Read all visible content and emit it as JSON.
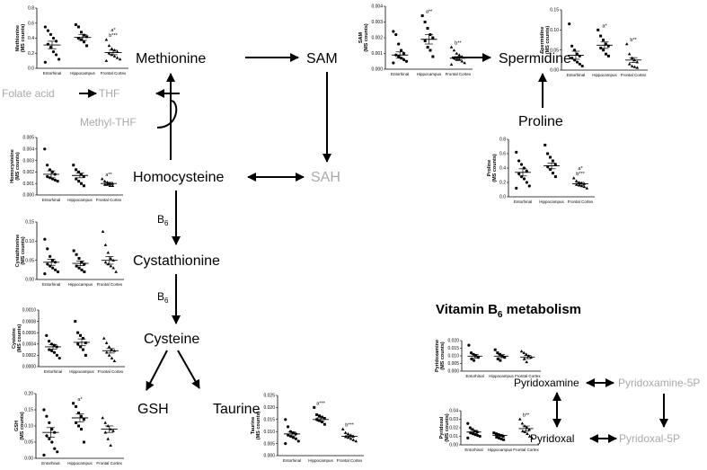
{
  "title": "Vitamin B6 metabolism",
  "title_base": "Vitamin B",
  "title_sub": "6",
  "title_rest": " metabolism",
  "metabolites": {
    "methionine": "Methionine",
    "sam": "SAM",
    "spermidine": "Spermidine",
    "folate": "Folate acid",
    "thf": "THF",
    "methyl_thf": "Methyl-THF",
    "homocysteine": "Homocysteine",
    "sah": "SAH",
    "proline": "Proline",
    "cystathionine": "Cystathionine",
    "cysteine": "Cysteine",
    "gsh": "GSH",
    "taurine": "Taurine",
    "pyridoxamine": "Pyridoxamine",
    "pyridoxamine5p": "Pyridoxamine-5P",
    "pyridoxal": "Pyridoxal",
    "pyridoxal5p": "Pyridoxal-5P",
    "b6_label_base": "B",
    "b6_label_sub": "6"
  },
  "colors": {
    "active": "#000000",
    "inactive": "#a9a9a9"
  },
  "chart_data": [
    {
      "id": "methionine",
      "type": "scatter",
      "ylabel": "Methionine (MS counts)",
      "categories": [
        "Entorhinal",
        "Hippocampus",
        "Frontal Cortex"
      ],
      "ylim": [
        0,
        0.8
      ],
      "yticks": [
        "0.0",
        "0.2",
        "0.4",
        "0.6",
        "0.8"
      ],
      "markers": [
        "circle",
        "square",
        "triangle"
      ],
      "series": [
        {
          "values": [
            0.55,
            0.5,
            0.45,
            0.4,
            0.36,
            0.32,
            0.28,
            0.22,
            0.18,
            0.12,
            0.08
          ]
        },
        {
          "values": [
            0.58,
            0.55,
            0.48,
            0.44,
            0.42,
            0.4,
            0.38,
            0.35,
            0.3
          ]
        },
        {
          "values": [
            0.38,
            0.3,
            0.26,
            0.24,
            0.22,
            0.2,
            0.18,
            0.16,
            0.14,
            0.12,
            0.1
          ]
        }
      ],
      "means": [
        0.31,
        0.41,
        0.21
      ],
      "sems": [
        0.05,
        0.04,
        0.03
      ],
      "annotations": [
        {
          "category": 2,
          "lines": [
            "a*",
            "b***"
          ]
        }
      ]
    },
    {
      "id": "sam",
      "type": "scatter",
      "ylabel": "SAM (MS counts)",
      "categories": [
        "Entorhinal",
        "Hippocampus",
        "Frontal Cortex"
      ],
      "ylim": [
        0,
        0.004
      ],
      "yticks": [
        "0.000",
        "0.001",
        "0.002",
        "0.003",
        "0.004"
      ],
      "markers": [
        "circle",
        "square",
        "triangle"
      ],
      "series": [
        {
          "values": [
            0.0024,
            0.0022,
            0.0016,
            0.0012,
            0.001,
            0.0009,
            0.0008,
            0.0007,
            0.0006,
            0.0005,
            0.0004
          ]
        },
        {
          "values": [
            0.0034,
            0.003,
            0.0026,
            0.0022,
            0.002,
            0.0018,
            0.0014,
            0.0012,
            0.0008
          ]
        },
        {
          "values": [
            0.0014,
            0.0012,
            0.001,
            0.0009,
            0.0008,
            0.0007,
            0.0006,
            0.0006,
            0.0005,
            0.0004,
            0.0003
          ]
        }
      ],
      "means": [
        0.0009,
        0.0019,
        0.0007
      ],
      "sems": [
        0.0002,
        0.0003,
        0.0001
      ],
      "annotations": [
        {
          "category": 1,
          "lines": [
            "a**"
          ]
        },
        {
          "category": 2,
          "lines": [
            "b**"
          ]
        }
      ]
    },
    {
      "id": "spermidine",
      "type": "scatter",
      "ylabel": "Spermidine (MS counts)",
      "categories": [
        "Entorhinal",
        "Hippocampus",
        "Frontal Cortex"
      ],
      "ylim": [
        0,
        0.15
      ],
      "yticks": [
        "0.00",
        "0.05",
        "0.10",
        "0.15"
      ],
      "markers": [
        "circle",
        "square",
        "triangle"
      ],
      "series": [
        {
          "values": [
            0.115,
            0.06,
            0.05,
            0.04,
            0.035,
            0.03,
            0.025,
            0.02,
            0.015,
            0.01
          ]
        },
        {
          "values": [
            0.1,
            0.085,
            0.075,
            0.065,
            0.06,
            0.055,
            0.05,
            0.04,
            0.035
          ]
        },
        {
          "values": [
            0.065,
            0.04,
            0.03,
            0.025,
            0.02,
            0.015,
            0.01,
            0.008,
            0.006
          ]
        }
      ],
      "means": [
        0.037,
        0.062,
        0.025
      ],
      "sems": [
        0.01,
        0.008,
        0.006
      ],
      "annotations": [
        {
          "category": 1,
          "lines": [
            "a*"
          ]
        },
        {
          "category": 2,
          "lines": [
            "b**"
          ]
        }
      ]
    },
    {
      "id": "homocysteine",
      "type": "scatter",
      "ylabel": "Homocysteine (MS counts)",
      "categories": [
        "Entorhinal",
        "Hippocampus",
        "Frontal Cortex"
      ],
      "ylim": [
        0,
        0.005
      ],
      "yticks": [
        "0.000",
        "0.001",
        "0.002",
        "0.003",
        "0.004",
        "0.005"
      ],
      "markers": [
        "circle",
        "square",
        "triangle"
      ],
      "series": [
        {
          "values": [
            0.004,
            0.0026,
            0.0022,
            0.002,
            0.0018,
            0.0016,
            0.0015,
            0.0014,
            0.0013,
            0.0012
          ]
        },
        {
          "values": [
            0.0026,
            0.0022,
            0.002,
            0.0018,
            0.0016,
            0.0014,
            0.0012,
            0.001,
            0.0008
          ]
        },
        {
          "values": [
            0.0014,
            0.0012,
            0.0011,
            0.001,
            0.001,
            0.0009,
            0.0009,
            0.0008,
            0.0008
          ]
        }
      ],
      "means": [
        0.0018,
        0.0017,
        0.001
      ],
      "sems": [
        0.0003,
        0.0002,
        0.0001
      ],
      "annotations": [
        {
          "category": 2,
          "lines": [
            "a**"
          ]
        }
      ]
    },
    {
      "id": "cystathionine",
      "type": "scatter",
      "ylabel": "Cystathionine (MS counts)",
      "categories": [
        "Entorhinal",
        "Hippocampus",
        "Frontal Cortex"
      ],
      "ylim": [
        0,
        0.15
      ],
      "yticks": [
        "0.00",
        "0.05",
        "0.10",
        "0.15"
      ],
      "markers": [
        "circle",
        "square",
        "triangle"
      ],
      "series": [
        {
          "values": [
            0.105,
            0.08,
            0.06,
            0.05,
            0.045,
            0.04,
            0.035,
            0.03,
            0.025,
            0.02,
            0.015
          ]
        },
        {
          "values": [
            0.075,
            0.065,
            0.055,
            0.045,
            0.04,
            0.035,
            0.03,
            0.025,
            0.02
          ]
        },
        {
          "values": [
            0.125,
            0.09,
            0.07,
            0.055,
            0.05,
            0.045,
            0.04,
            0.035,
            0.03,
            0.02
          ]
        }
      ],
      "means": [
        0.045,
        0.042,
        0.05
      ],
      "sems": [
        0.008,
        0.006,
        0.01
      ],
      "annotations": []
    },
    {
      "id": "cysteine",
      "type": "scatter",
      "ylabel": "Cysteine (MS counts)",
      "categories": [
        "Entorhinal",
        "Hippocampus",
        "Frontal Cortex"
      ],
      "ylim": [
        0,
        0.001
      ],
      "yticks": [
        "0.0000",
        "0.0002",
        "0.0004",
        "0.0006",
        "0.0008",
        "0.0010"
      ],
      "markers": [
        "circle",
        "square",
        "triangle"
      ],
      "series": [
        {
          "values": [
            0.00055,
            0.00045,
            0.0004,
            0.00038,
            0.00035,
            0.0003,
            0.00028,
            0.00025,
            0.0002,
            0.00015
          ]
        },
        {
          "values": [
            0.0008,
            0.0006,
            0.00055,
            0.0005,
            0.00042,
            0.0004,
            0.00035,
            0.0003,
            0.0002
          ]
        },
        {
          "values": [
            0.0005,
            0.00042,
            0.00035,
            0.0003,
            0.00028,
            0.00025,
            0.0002,
            0.00015,
            0.0001
          ]
        }
      ],
      "means": [
        0.00035,
        0.00043,
        0.00028
      ],
      "sems": [
        4e-05,
        6e-05,
        4e-05
      ],
      "annotations": []
    },
    {
      "id": "gsh",
      "type": "scatter",
      "ylabel": "GSH (MS counts)",
      "categories": [
        "Entorhinal",
        "Hippocampus",
        "Frontal Cortex"
      ],
      "ylim": [
        0,
        0.2
      ],
      "yticks": [
        "0.00",
        "0.05",
        "0.10",
        "0.15",
        "0.20"
      ],
      "markers": [
        "circle",
        "square",
        "triangle"
      ],
      "series": [
        {
          "values": [
            0.15,
            0.13,
            0.11,
            0.09,
            0.08,
            0.07,
            0.06,
            0.05,
            0.03,
            0.02,
            0.01
          ]
        },
        {
          "values": [
            0.17,
            0.16,
            0.14,
            0.13,
            0.12,
            0.11,
            0.1,
            0.09,
            0.05
          ]
        },
        {
          "values": [
            0.125,
            0.11,
            0.1,
            0.09,
            0.085,
            0.08,
            0.06,
            0.04
          ]
        }
      ],
      "means": [
        0.08,
        0.125,
        0.09
      ],
      "sems": [
        0.015,
        0.012,
        0.01
      ],
      "annotations": [
        {
          "category": 1,
          "lines": [
            "a*"
          ]
        }
      ]
    },
    {
      "id": "taurine",
      "type": "scatter",
      "ylabel": "Taurine (MS counts)",
      "categories": [
        "Entorhinal",
        "Hippocampus",
        "Frontal Cortex"
      ],
      "ylim": [
        0,
        0.025
      ],
      "yticks": [
        "0.000",
        "0.005",
        "0.010",
        "0.015",
        "0.020",
        "0.025"
      ],
      "markers": [
        "circle",
        "square",
        "triangle"
      ],
      "series": [
        {
          "values": [
            0.015,
            0.012,
            0.01,
            0.0095,
            0.009,
            0.0085,
            0.008,
            0.0075,
            0.007,
            0.006,
            0.005
          ]
        },
        {
          "values": [
            0.02,
            0.017,
            0.0165,
            0.016,
            0.0155,
            0.015,
            0.0145,
            0.014,
            0.013
          ]
        },
        {
          "values": [
            0.011,
            0.0095,
            0.009,
            0.0085,
            0.008,
            0.0078,
            0.0075,
            0.007,
            0.0065,
            0.006
          ]
        }
      ],
      "means": [
        0.009,
        0.015,
        0.008
      ],
      "sems": [
        0.0008,
        0.0007,
        0.0005
      ],
      "annotations": [
        {
          "category": 1,
          "lines": [
            "a***"
          ]
        },
        {
          "category": 2,
          "lines": [
            "b***"
          ]
        }
      ]
    },
    {
      "id": "proline",
      "type": "scatter",
      "ylabel": "Proline (MS counts)",
      "categories": [
        "Entorhinal",
        "Hippocampus",
        "Frontal Cortex"
      ],
      "ylim": [
        0,
        0.8
      ],
      "yticks": [
        "0.0",
        "0.2",
        "0.4",
        "0.6",
        "0.8"
      ],
      "markers": [
        "circle",
        "square",
        "triangle"
      ],
      "series": [
        {
          "values": [
            0.62,
            0.5,
            0.45,
            0.4,
            0.36,
            0.32,
            0.28,
            0.25,
            0.2,
            0.15,
            0.12
          ]
        },
        {
          "values": [
            0.72,
            0.6,
            0.55,
            0.5,
            0.45,
            0.42,
            0.38,
            0.33,
            0.28
          ]
        },
        {
          "values": [
            0.26,
            0.22,
            0.2,
            0.19,
            0.18,
            0.17,
            0.16,
            0.15,
            0.14,
            0.12
          ]
        }
      ],
      "means": [
        0.34,
        0.43,
        0.18
      ],
      "sems": [
        0.05,
        0.04,
        0.02
      ],
      "annotations": [
        {
          "category": 2,
          "lines": [
            "a*",
            "b***"
          ]
        }
      ]
    },
    {
      "id": "pyridoxamine",
      "type": "scatter",
      "ylabel": "Pyridoxamine (MS counts)",
      "categories": [
        "Entorhinal",
        "Hippocampus",
        "Frontal Cortex"
      ],
      "ylim": [
        0,
        0.02
      ],
      "yticks": [
        "0.000",
        "0.005",
        "0.010",
        "0.015",
        "0.020"
      ],
      "markers": [
        "circle",
        "square",
        "triangle"
      ],
      "series": [
        {
          "values": [
            0.017,
            0.012,
            0.011,
            0.01,
            0.009,
            0.008,
            0.007
          ]
        },
        {
          "values": [
            0.014,
            0.012,
            0.011,
            0.01,
            0.009,
            0.008,
            0.007
          ]
        },
        {
          "values": [
            0.013,
            0.012,
            0.011,
            0.01,
            0.009,
            0.008,
            0.006
          ]
        }
      ],
      "means": [
        0.0098,
        0.0098,
        0.0092
      ],
      "sems": [
        0.0012,
        0.001,
        0.001
      ],
      "annotations": []
    },
    {
      "id": "pyridoxal",
      "type": "scatter",
      "ylabel": "Pyridoxal (MS counts)",
      "categories": [
        "Entorhinal",
        "Hippocampus",
        "Frontal Cortex"
      ],
      "ylim": [
        0,
        0.04
      ],
      "yticks": [
        "0.00",
        "0.01",
        "0.02",
        "0.03",
        "0.04"
      ],
      "markers": [
        "circle",
        "square",
        "triangle"
      ],
      "series": [
        {
          "values": [
            0.025,
            0.02,
            0.018,
            0.016,
            0.015,
            0.014,
            0.013,
            0.012,
            0.011,
            0.01,
            0.008
          ]
        },
        {
          "values": [
            0.014,
            0.013,
            0.012,
            0.011,
            0.01,
            0.009,
            0.008,
            0.007,
            0.006
          ]
        },
        {
          "values": [
            0.03,
            0.025,
            0.022,
            0.02,
            0.018,
            0.016,
            0.015,
            0.013,
            0.01,
            0.008
          ]
        }
      ],
      "means": [
        0.015,
        0.011,
        0.019
      ],
      "sems": [
        0.002,
        0.001,
        0.003
      ],
      "annotations": [
        {
          "category": 2,
          "lines": [
            "b**"
          ]
        }
      ]
    }
  ]
}
